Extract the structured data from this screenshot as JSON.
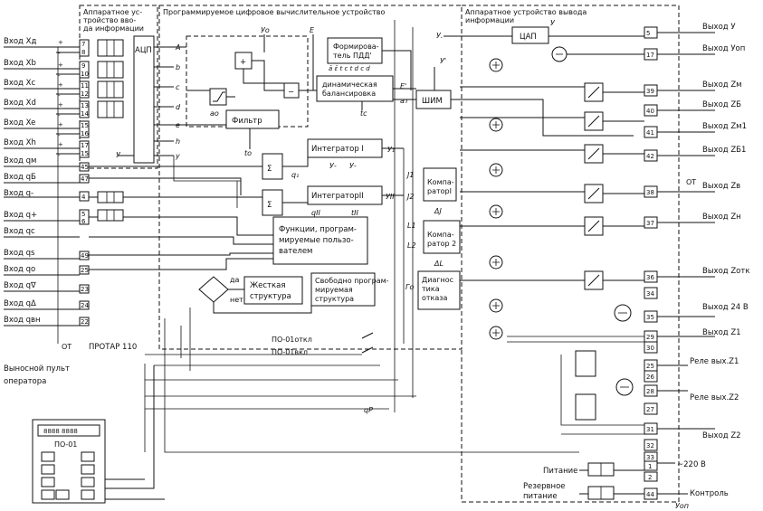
{
  "blocks": {
    "input_device_title": [
      "Аппаратное ус-",
      "тройство вво-",
      "да информации"
    ],
    "pcu_title": "Программируемое цифровое вычислительное устройство",
    "output_device_title": [
      "Аппаратное устройство вывода",
      "информации"
    ],
    "adc": "АЦП",
    "dac": "ЦАП",
    "pwm": "ШИМ",
    "filter": "Фильтр",
    "pdd_former": [
      "Формирова-",
      "тель ПДД'"
    ],
    "dynamic_balancing": [
      "динамическая",
      "балансировка"
    ],
    "integrator1": "Интегратор I",
    "integrator2": "ИнтеграторII",
    "comparator1": [
      "Компа-",
      "раторI"
    ],
    "comparator2": [
      "Компа-",
      "ратор 2"
    ],
    "user_functions": [
      "Функции, програм-",
      "мируемые пользо-",
      "вателем"
    ],
    "rigid_structure": [
      "Жесткая",
      "структура"
    ],
    "free_structure": [
      "Свободно програм-",
      "мируемая",
      "структура"
    ],
    "diagnostics": [
      "Диагнос",
      "тика",
      "отказа"
    ],
    "decision_yes": "да",
    "decision_no": "нет",
    "sum": "Σ"
  },
  "inputs": [
    {
      "label": "Вход Xд",
      "terms": [
        "7",
        "8"
      ]
    },
    {
      "label": "Вход Xb",
      "terms": [
        "9",
        "10"
      ]
    },
    {
      "label": "Вход Xc",
      "terms": [
        "11",
        "12"
      ]
    },
    {
      "label": "Вход Xd",
      "terms": [
        "13",
        "14"
      ]
    },
    {
      "label": "Вход Xe",
      "terms": [
        "15",
        "16"
      ]
    },
    {
      "label": "Вход Xh",
      "terms": [
        "17",
        "15"
      ]
    },
    {
      "label": "Вход qм",
      "terms": [
        "45"
      ]
    },
    {
      "label": "Вход qБ",
      "terms": [
        "47"
      ]
    },
    {
      "label": "Вход q-",
      "terms": [
        "4"
      ]
    },
    {
      "label": "Вход q+",
      "terms": [
        "5",
        "6"
      ]
    },
    {
      "label": "Вход qc",
      "terms": [
        ""
      ]
    },
    {
      "label": "Вход qs",
      "terms": [
        "49"
      ]
    },
    {
      "label": "Вход qo",
      "terms": [
        "25"
      ]
    },
    {
      "label": "Вход q∇",
      "terms": [
        "23"
      ]
    },
    {
      "label": "Вход qΔ",
      "terms": [
        "24"
      ]
    },
    {
      "label": "Вход qвн",
      "terms": [
        "22"
      ]
    }
  ],
  "adc_outputs": [
    "A",
    "b",
    "c",
    "d",
    "e",
    "h",
    "y"
  ],
  "signals": {
    "yo": "Уо",
    "e": "E",
    "a_o": "ао",
    "t_o": "tо",
    "t_c": "tс",
    "e_prime": "E'",
    "y_prime": "У'",
    "y": "У",
    "y_sub": "У.",
    "at": "ат",
    "y1": "У₁",
    "yII": "УII",
    "q1": "q₁",
    "qII": "qII",
    "t_II": "tII",
    "j1": "J1",
    "j2": "J2",
    "l1": "L1",
    "l2": "L2",
    "g_o": "Го",
    "d_l": "ΔL",
    "d_j": "ΔJ",
    "qp": "qP",
    "ot": "ОТ",
    "y_minus": "У-",
    "y_pm": "У-",
    "pdd_subs": "ā ε̄ t c t d c d"
  },
  "outputs": [
    {
      "term": "5",
      "label": "Выход У"
    },
    {
      "term": "17",
      "label": "Выход Уоп"
    },
    {
      "term": "39",
      "label": "Выход Zм"
    },
    {
      "term": "40",
      "label": "Выход ZБ"
    },
    {
      "term": "41",
      "label": "Выход Zм1"
    },
    {
      "term": "42",
      "label": "Выход ZБ1"
    },
    {
      "term": "38",
      "label": "Выход Zв"
    },
    {
      "term": "37",
      "label": "Выход Zн"
    },
    {
      "term": "36",
      "label": "Выход Zотк"
    },
    {
      "term": "34",
      "label": ""
    },
    {
      "term": "35",
      "label": "Выход 24 В"
    },
    {
      "term": "29",
      "label": "Выход Z1"
    },
    {
      "term": "30",
      "label": ""
    },
    {
      "term": "25",
      "label": "Реле вых.Z1"
    },
    {
      "term": "26",
      "label": ""
    },
    {
      "term": "28",
      "label": "Реле вых.Z2"
    },
    {
      "term": "27",
      "label": ""
    },
    {
      "term": "31",
      "label": "Выход Z2"
    },
    {
      "term": "32",
      "label": ""
    },
    {
      "term": "33",
      "label": ""
    },
    {
      "term": "1",
      "label": ""
    },
    {
      "term": "2",
      "label": ""
    },
    {
      "term": "44",
      "label": ""
    }
  ],
  "power": {
    "supply": "Питание",
    "reserve": [
      "Резервное",
      "питание"
    ],
    "ac": "~220 В",
    "control": "Контроль",
    "ucn": "Уоп"
  },
  "panel": {
    "protar": "ПРОТАР 110",
    "remote": [
      "Выносной пульт",
      "оператора"
    ],
    "display": "8888 8888",
    "model": "ПО-01",
    "po_off": "ПО-01откл",
    "po_on": "ПО-01вкл"
  }
}
